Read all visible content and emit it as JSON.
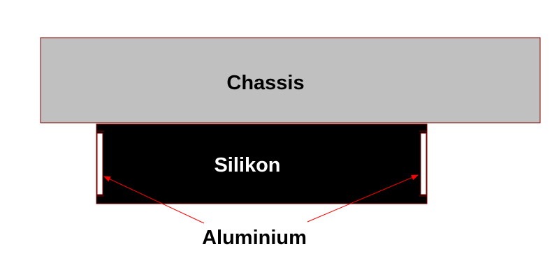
{
  "labels": {
    "chassis": "Chassis",
    "silikon": "Silikon",
    "aluminium": "Aluminium"
  },
  "colors": {
    "chassis_fill": "#c0c0c0",
    "outline": "#800000",
    "silikon_fill": "#000000",
    "aluminium_fill": "#ffffff",
    "arrow": "#ff0000",
    "chassis_text": "#000000",
    "silikon_text": "#ffffff",
    "aluminium_text": "#000000"
  }
}
